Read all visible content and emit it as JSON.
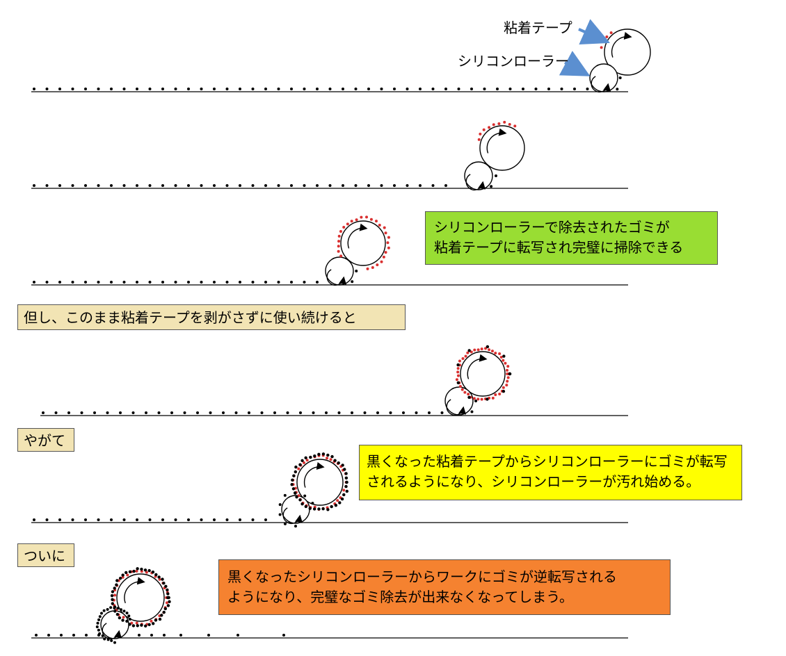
{
  "labels": {
    "tape": "粘着テープ",
    "silicone": "シリコンローラー"
  },
  "boxes": {
    "green": {
      "lines": [
        "シリコンローラーで除去されたゴミが",
        "粘着テープに転写され完璧に掃除できる"
      ],
      "color": "#99dd33"
    },
    "tan1": {
      "lines": [
        "但し、このまま粘着テープを剥がさずに使い続けると"
      ],
      "color": "#f2e4b4"
    },
    "tan2": {
      "lines": [
        "やがて"
      ],
      "color": "#f2e4b4"
    },
    "yellow": {
      "lines": [
        "黒くなった粘着テープからシリコンローラーにゴミが転写",
        "されるようになり、シリコンローラーが汚れ始める。"
      ],
      "color": "#ffff00"
    },
    "tan3": {
      "lines": [
        "ついに"
      ],
      "color": "#f2e4b4"
    },
    "orange": {
      "lines": [
        "黒くなったシリコンローラーからワークにゴミが逆転写される",
        "ようになり、完璧なゴミ除去が出来なくなってしまう。"
      ],
      "color": "#f58230"
    }
  },
  "colors": {
    "dust": "#000000",
    "captured_dust": "#d93030",
    "pointer_arrow": "#5b8fd0"
  }
}
